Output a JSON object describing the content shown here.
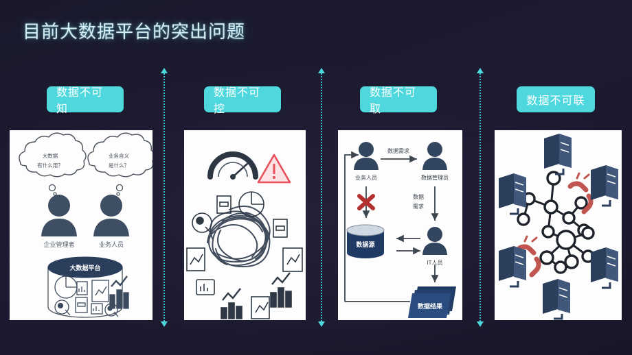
{
  "slide": {
    "title": "目前大数据平台的突出问题",
    "background_color": "#1b1a2e",
    "accent_color": "#4ed8de",
    "title_color": "#d6ecf2"
  },
  "columns": [
    {
      "chip_label": "数据不可知",
      "panel_name": "panel-data-unknowable",
      "illustration": {
        "type": "people-questions-platform",
        "thought_bubbles": [
          [
            "大数据",
            "有什么用？"
          ],
          [
            "业务含义",
            "是什么？"
          ]
        ],
        "person_captions": [
          "企业管理者",
          "业务人员"
        ],
        "platform_label": "大数据平台"
      }
    },
    {
      "chip_label": "数据不可控",
      "panel_name": "panel-data-uncontrollable",
      "illustration": {
        "type": "gauge-tangle-icons",
        "icons": [
          "gauge-icon",
          "warning-triangle-icon",
          "floppy-disk-icon",
          "pie-chart-icon",
          "document-chart-icon",
          "bar-chart-icon",
          "tablet-chart-icon",
          "tangled-scribble"
        ],
        "warning_color": "#e8505b"
      }
    },
    {
      "chip_label": "数据不可取",
      "panel_name": "panel-data-unobtainable",
      "illustration": {
        "type": "request-flow-diagram",
        "nodes": [
          "业务人员",
          "数据管理员",
          "IT人员",
          "数据源",
          "数据结果"
        ],
        "arrow_labels": [
          "数据需求",
          "数据",
          "需求"
        ],
        "blocked_marker": "×",
        "blocked_color": "#b33030"
      }
    },
    {
      "chip_label": "数据不可联",
      "panel_name": "panel-data-unlinkable",
      "illustration": {
        "type": "servers-network-broken-links",
        "server_count": 6,
        "broken_link_icons": 2,
        "broken_link_color": "#c0564f"
      }
    }
  ]
}
